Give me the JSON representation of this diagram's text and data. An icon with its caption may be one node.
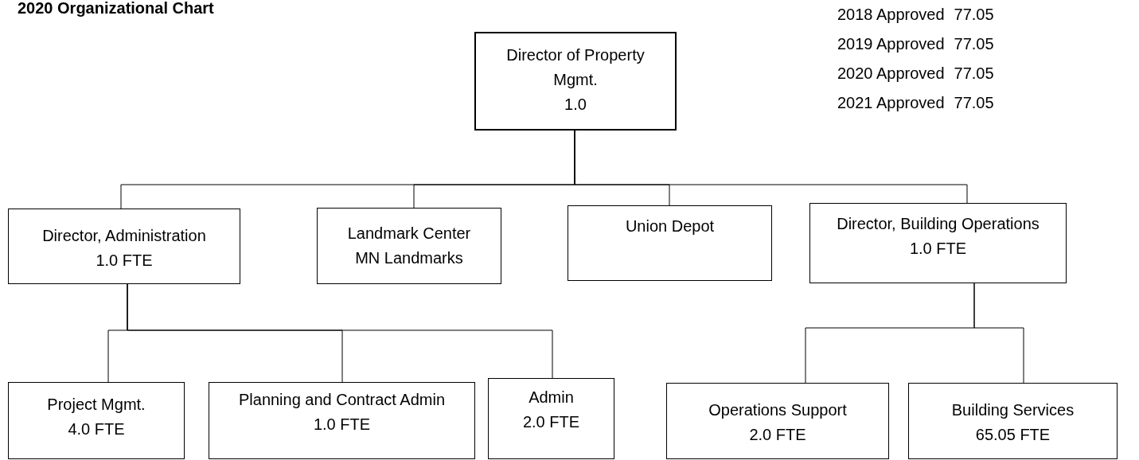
{
  "diagram": {
    "title": "2020 Organizational Chart",
    "nodes": [
      {
        "text": [
          "Director of Property Mgmt.",
          "1.0"
        ]
      },
      {
        "text": [
          "Director, Administration",
          "1.0 FTE"
        ]
      },
      {
        "text": [
          "Landmark Center",
          "MN Landmarks"
        ]
      },
      {
        "text": [
          "Union Depot"
        ]
      },
      {
        "text": [
          "Director, Building Operations",
          "1.0 FTE"
        ]
      },
      {
        "text": [
          "Project Mgmt.",
          "4.0 FTE"
        ]
      },
      {
        "text": [
          "Planning and Contract Admin",
          "1.0 FTE"
        ]
      },
      {
        "text": [
          "Admin",
          "2.0 FTE"
        ]
      },
      {
        "text": [
          "Operations Support",
          "2.0 FTE"
        ]
      },
      {
        "text": [
          "Building Services",
          "65.05 FTE"
        ]
      }
    ],
    "edges": [
      {
        "from": 0,
        "to": 1,
        "arrow": "none"
      },
      {
        "from": 0,
        "to": 2,
        "arrow": "none"
      },
      {
        "from": 0,
        "to": 3,
        "arrow": "none"
      },
      {
        "from": 0,
        "to": 4,
        "arrow": "none"
      },
      {
        "from": 1,
        "to": 5,
        "arrow": "none"
      },
      {
        "from": 1,
        "to": 6,
        "arrow": "none"
      },
      {
        "from": 1,
        "to": 7,
        "arrow": "none"
      },
      {
        "from": 4,
        "to": 8,
        "arrow": "none"
      },
      {
        "from": 4,
        "to": 9,
        "arrow": "none"
      }
    ],
    "labels": [
      "2018 Approved",
      "77.05",
      "2019 Approved",
      "77.05",
      "2020 Approved",
      "77.05",
      "2021 Approved",
      "77.05"
    ]
  }
}
